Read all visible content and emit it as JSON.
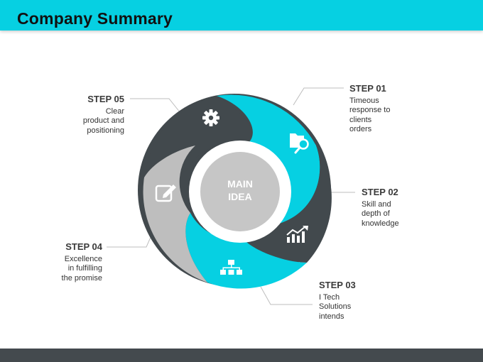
{
  "header": {
    "title": "Company Summary"
  },
  "center": {
    "line1": "MAIN",
    "line2": "IDEA"
  },
  "steps": [
    {
      "title": "STEP 01",
      "description": "Timeous\nresponse to\nclients\norders",
      "icon": "folder-search-icon",
      "color": "#06D0E2"
    },
    {
      "title": "STEP 02",
      "description": "Skill and\ndepth of\nknowledge",
      "icon": "bar-chart-growth-icon",
      "color": "#42494D"
    },
    {
      "title": "STEP 03",
      "description": "I Tech\nSolutions\nintends",
      "icon": "org-chart-icon",
      "color": "#06D0E2"
    },
    {
      "title": "STEP 04",
      "description": "Excellence\nin fulfilling\nthe promise",
      "icon": "edit-icon",
      "color": "#BEBEBE"
    },
    {
      "title": "STEP 05",
      "description": "Clear\nproduct and\npositioning",
      "icon": "gear-icon",
      "color": "#42494D"
    }
  ],
  "colors": {
    "cyan": "#06D0E2",
    "dark": "#42494D",
    "gray": "#BEBEBE",
    "center": "#C6C6C6"
  }
}
